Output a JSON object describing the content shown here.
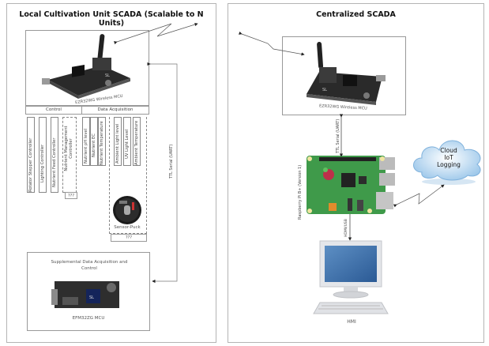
{
  "left_panel": {
    "title": "Local Cultivation Unit SCADA (Scalable to N Units)",
    "wireless_mcu": {
      "caption": "EZR32WG Wireless MCU",
      "icon": "dev-board-icon"
    },
    "table": {
      "control_header": "Control",
      "data_acq_header": "Data Acquisition",
      "control_columns": [
        "Rotator Stepper Controller",
        "Lighting Controller",
        "Nutrient Feed Controller",
        "Nutrient Management Controller"
      ],
      "data_columns": [
        "Nutrient pH level",
        "Nutrient EC",
        "Nutrient Temperature",
        "Ambient Light level",
        "UV Light Level",
        "Ambient Temperature"
      ],
      "control_placeholder": "???",
      "sensor_placeholder": "???"
    },
    "sensor_puck": {
      "caption": "Sensor-Puck",
      "icon": "sensor-puck-icon"
    },
    "serial_link_label": "TTL Serial (UART)",
    "supplemental": {
      "title": "Supplemental Data Acquisition and Control",
      "caption": "EFM32ZG MCU",
      "icon": "dev-board-icon"
    }
  },
  "right_panel": {
    "title": "Centralized SCADA",
    "wireless_mcu": {
      "caption": "EZR32WG Wireless MCU",
      "icon": "dev-board-icon"
    },
    "serial_link_label": "TTL Serial (UART)",
    "raspberry_pi": {
      "caption": "Raspberry Pi B+ (Version 1)",
      "icon": "raspberry-pi-icon"
    },
    "hdmi_link_label": "HDMI/USB",
    "cloud": {
      "line1": "Cloud",
      "line2": "IoT",
      "line3": "Logging",
      "icon": "cloud-icon"
    },
    "hmi": {
      "caption": "HMI",
      "icon": "computer-monitor-icon"
    }
  }
}
